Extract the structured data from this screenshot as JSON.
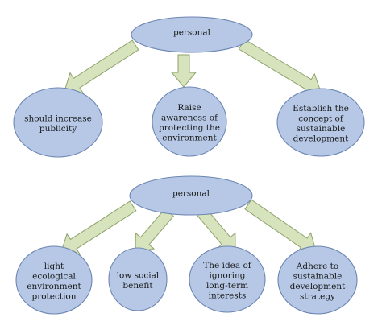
{
  "colors": {
    "node_fill": "#b6c8e6",
    "node_stroke": "#6d86b3",
    "arrow_fill": "#d6e3bc",
    "arrow_stroke": "#8fa26b"
  },
  "top": {
    "root": "personal",
    "children": [
      {
        "lines": [
          "should increase",
          "publicity"
        ]
      },
      {
        "lines": [
          "Raise",
          "awareness of",
          "protecting the",
          "environment"
        ]
      },
      {
        "lines": [
          "Establish the",
          "concept of",
          "sustainable",
          "development"
        ]
      }
    ]
  },
  "bottom": {
    "root": "personal",
    "children": [
      {
        "lines": [
          "light",
          "ecological",
          "environment",
          "protection"
        ]
      },
      {
        "lines": [
          "low social",
          "benefit"
        ]
      },
      {
        "lines": [
          "The idea of",
          "ignoring",
          "long-term",
          "interests"
        ]
      },
      {
        "lines": [
          "Adhere to",
          "sustainable",
          "development",
          "strategy"
        ]
      }
    ]
  }
}
